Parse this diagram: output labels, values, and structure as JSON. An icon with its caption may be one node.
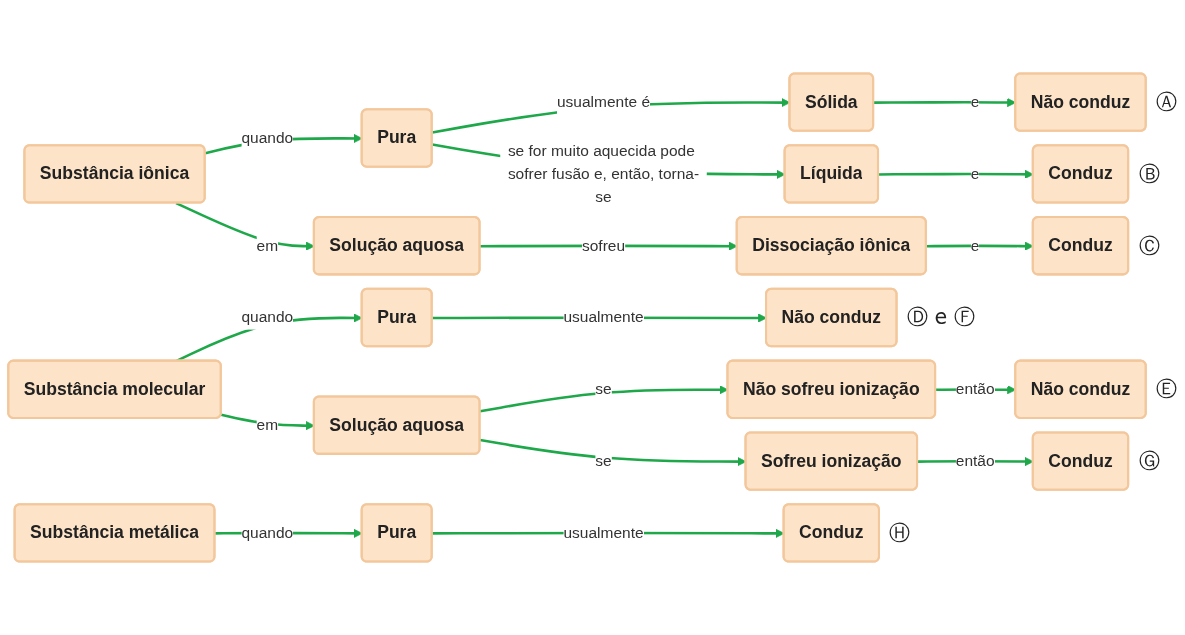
{
  "diagram": {
    "nodes": [
      {
        "text": [
          "Substância iônica"
        ]
      },
      {
        "text": [
          "Pura"
        ]
      },
      {
        "text": [
          "Sólida"
        ]
      },
      {
        "text": [
          "Não conduz"
        ],
        "beside": [
          "Ⓐ"
        ]
      },
      {
        "text": [
          "Líquida"
        ]
      },
      {
        "text": [
          "Conduz"
        ],
        "beside": [
          "Ⓑ"
        ]
      },
      {
        "text": [
          "Solução aquosa"
        ]
      },
      {
        "text": [
          "Dissociação iônica"
        ]
      },
      {
        "text": [
          "Conduz"
        ],
        "beside": [
          "Ⓒ"
        ]
      },
      {
        "text": [
          "Substância molecular"
        ]
      },
      {
        "text": [
          "Pura"
        ]
      },
      {
        "text": [
          "Não conduz"
        ],
        "beside": [
          "Ⓓ e Ⓕ"
        ]
      },
      {
        "text": [
          "Solução aquosa"
        ]
      },
      {
        "text": [
          "Não sofreu ionização"
        ]
      },
      {
        "text": [
          "Não conduz"
        ],
        "beside": [
          "Ⓔ"
        ]
      },
      {
        "text": [
          "Sofreu ionização"
        ]
      },
      {
        "text": [
          "Conduz"
        ],
        "beside": [
          "Ⓖ"
        ]
      },
      {
        "text": [
          "Substância metálica"
        ]
      },
      {
        "text": [
          "Pura"
        ]
      },
      {
        "text": [
          "Conduz"
        ],
        "beside": [
          "Ⓗ"
        ]
      }
    ],
    "edges": [
      {
        "from": 0,
        "to": 1,
        "arrow": "to",
        "label": "quando"
      },
      {
        "from": 1,
        "to": 2,
        "arrow": "to",
        "label": "usualmente é"
      },
      {
        "from": 1,
        "to": 4,
        "arrow": "to",
        "label": "se for muito aquecida pode sofrer fusão e, então, torna-se"
      },
      {
        "from": 2,
        "to": 3,
        "arrow": "to",
        "label": "e"
      },
      {
        "from": 4,
        "to": 5,
        "arrow": "to",
        "label": "e"
      },
      {
        "from": 0,
        "to": 6,
        "arrow": "to",
        "label": "em"
      },
      {
        "from": 6,
        "to": 7,
        "arrow": "to",
        "label": "sofreu"
      },
      {
        "from": 7,
        "to": 8,
        "arrow": "to",
        "label": "e"
      },
      {
        "from": 9,
        "to": 10,
        "arrow": "to",
        "label": "quando"
      },
      {
        "from": 10,
        "to": 11,
        "arrow": "to",
        "label": "usualmente"
      },
      {
        "from": 9,
        "to": 12,
        "arrow": "to",
        "label": "em"
      },
      {
        "from": 12,
        "to": 13,
        "arrow": "to",
        "label": "se"
      },
      {
        "from": 12,
        "to": 15,
        "arrow": "to",
        "label": "se"
      },
      {
        "from": 13,
        "to": 14,
        "arrow": "to",
        "label": "então"
      },
      {
        "from": 15,
        "to": 16,
        "arrow": "to",
        "label": "então"
      },
      {
        "from": 17,
        "to": 18,
        "arrow": "to",
        "label": "quando"
      },
      {
        "from": 18,
        "to": 19,
        "arrow": "to",
        "label": "usualmente"
      }
    ]
  }
}
